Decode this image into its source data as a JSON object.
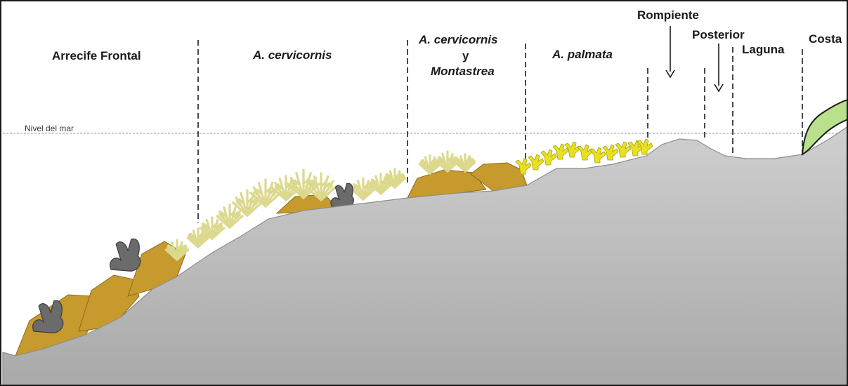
{
  "zones": [
    {
      "id": "arrecife-frontal",
      "label": "Arrecife Frontal"
    },
    {
      "id": "a-cervicornis",
      "label": "A. cervicornis"
    },
    {
      "id": "a-cervicornis-montastrea",
      "label_line1": "A. cervicornis",
      "label_line2": "y",
      "label_line3": "Montastrea"
    },
    {
      "id": "a-palmata",
      "label": "A. palmata"
    },
    {
      "id": "rompiente",
      "label": "Rompiente"
    },
    {
      "id": "posterior",
      "label": "Posterior"
    },
    {
      "id": "laguna",
      "label": "Laguna"
    },
    {
      "id": "costa",
      "label": "Costa"
    }
  ],
  "sea_level_label": "Nivel del mar",
  "colors": {
    "seabed": "#b9b9b9",
    "seabed_dark": "#a6a6a6",
    "coral_head": "#c79a2e",
    "cervicornis": "#dcd98e",
    "palmata": "#e8e020",
    "dark_coral": "#6b6b6b",
    "shore_vegetation": "#b9e08a",
    "divider": "#1a1a1a",
    "sea_line": "#9a9a9a"
  }
}
